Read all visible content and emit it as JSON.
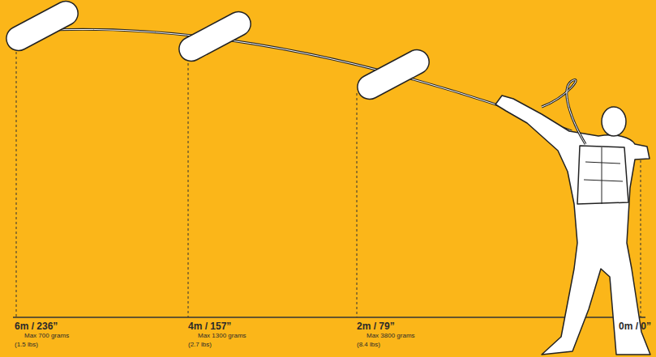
{
  "diagram": {
    "labels": [
      "6m / 236”",
      "Max 700 grams",
      "(1.5 lbs)",
      "4m / 157”",
      "Max 1300 grams",
      "(2.7 lbs)",
      "2m / 79”",
      "Max 3800 grams",
      "(8.4 lbs)",
      "0m / 0”"
    ]
  }
}
